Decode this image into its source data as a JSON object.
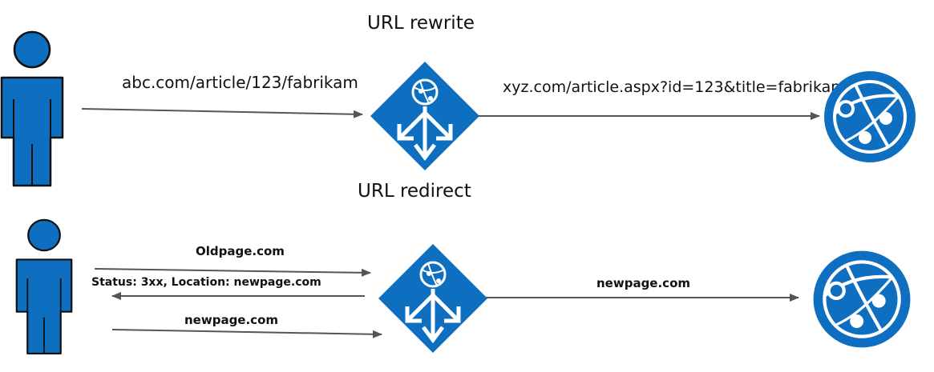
{
  "colors": {
    "icon_blue": "#0e6fc1",
    "arrow": "#555555"
  },
  "rewrite": {
    "title": "URL rewrite",
    "request_url": "abc.com/article/123/fabrikam",
    "forwarded_url": "xyz.com/article.aspx?id=123&title=fabrikam",
    "icons": [
      "user-icon",
      "gateway-routing-icon",
      "web-app-globe-icon"
    ]
  },
  "redirect": {
    "title": "URL redirect",
    "request_label": "Oldpage.com",
    "response_label": "Status: 3xx, Location: newpage.com",
    "second_request_label": "newpage.com",
    "forwarded_label": "newpage.com",
    "icons": [
      "user-icon",
      "gateway-routing-icon",
      "web-app-globe-icon"
    ]
  }
}
